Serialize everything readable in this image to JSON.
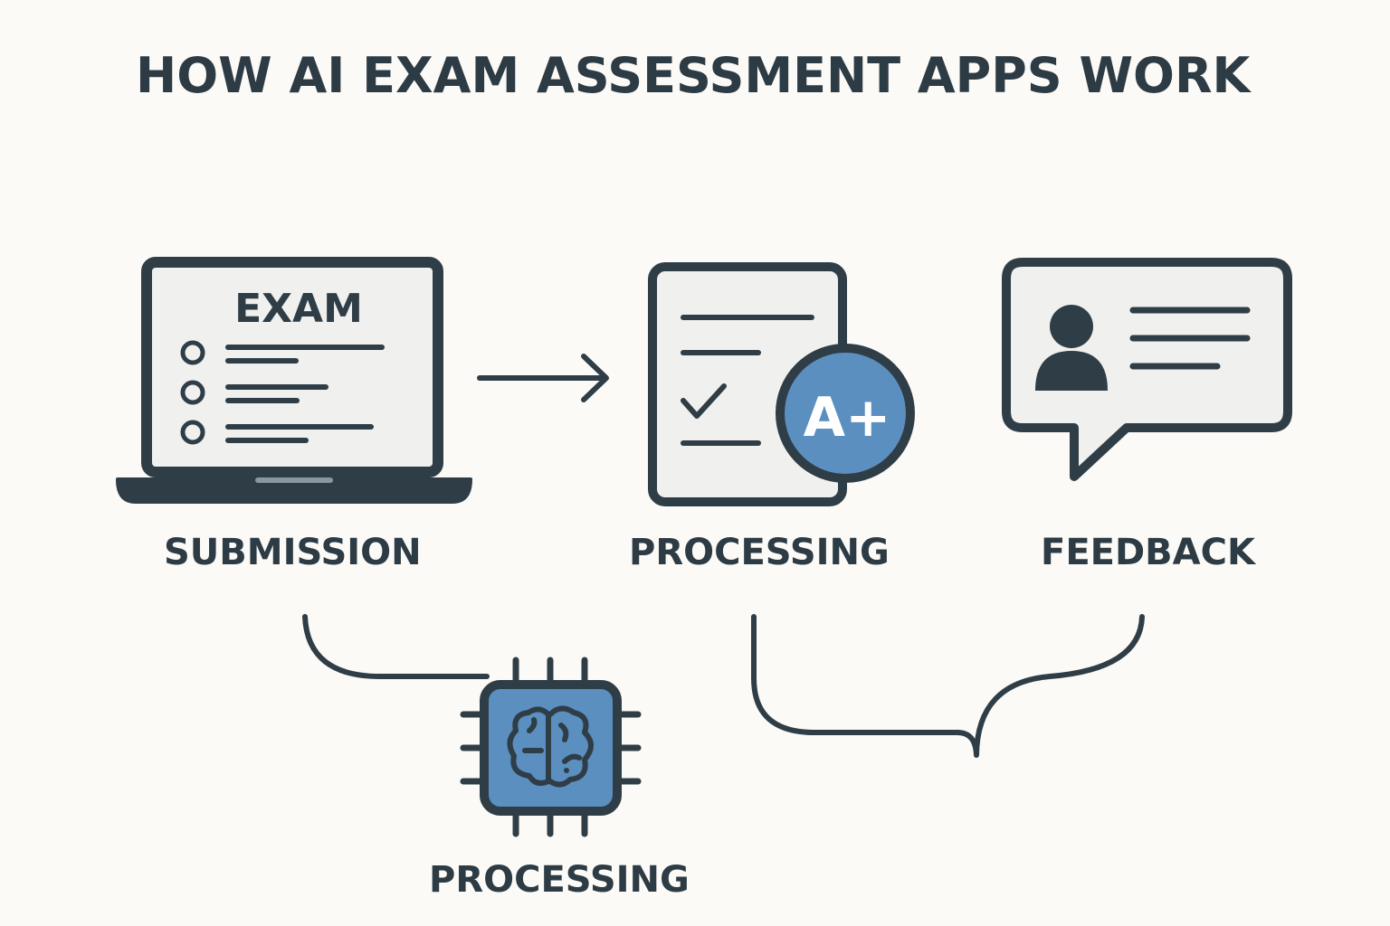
{
  "title": "HOW AI EXAM ASSESSMENT APPS WORK",
  "steps": {
    "submission": {
      "label": "SUBMISSION",
      "screen_heading": "EXAM",
      "icon": "laptop-exam-icon"
    },
    "processing": {
      "label": "PROCESSING",
      "grade": "A+",
      "icon": "graded-document-icon"
    },
    "feedback": {
      "label": "FEEDBACK",
      "icon": "chat-bubble-user-icon"
    },
    "ai_processing": {
      "label": "PROCESSING",
      "icon": "ai-chip-brain-icon"
    }
  },
  "colors": {
    "dark": "#2f3d47",
    "accent": "#5b8fbf",
    "panel": "#f0f0ee",
    "background": "#fbfaf6"
  }
}
